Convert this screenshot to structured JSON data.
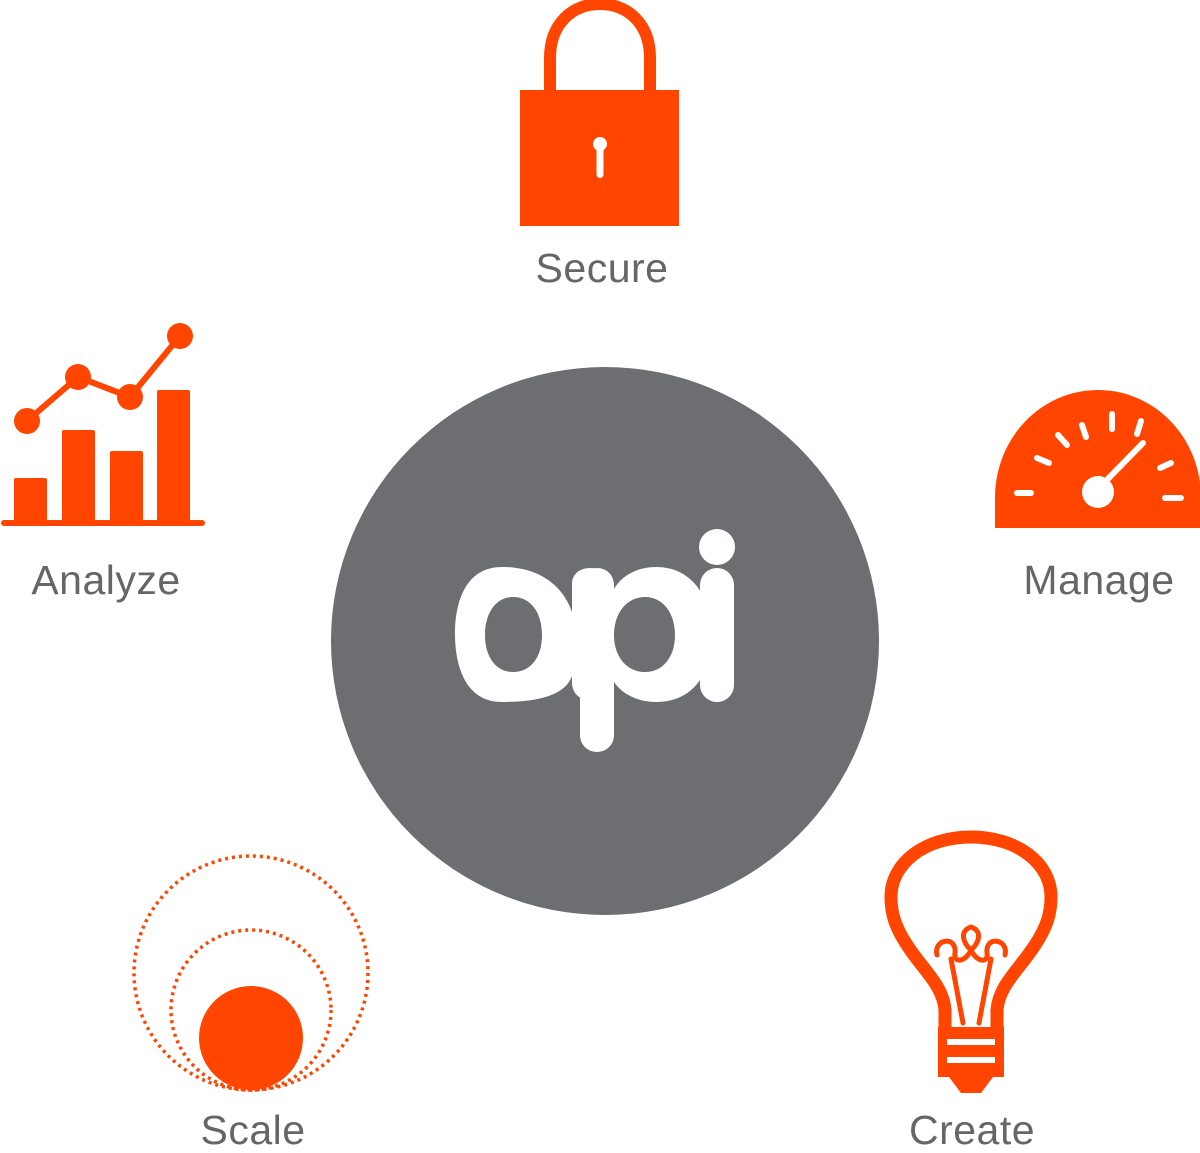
{
  "colors": {
    "accent": "#ff4500",
    "hub": "#6d6e71",
    "label": "#666666",
    "background": "#ffffff"
  },
  "hub": {
    "text": "api",
    "icon": "api-circle"
  },
  "nodes": [
    {
      "id": "secure",
      "label": "Secure",
      "icon": "padlock-icon"
    },
    {
      "id": "manage",
      "label": "Manage",
      "icon": "speedometer-icon"
    },
    {
      "id": "create",
      "label": "Create",
      "icon": "lightbulb-icon"
    },
    {
      "id": "scale",
      "label": "Scale",
      "icon": "concentric-circles-icon"
    },
    {
      "id": "analyze",
      "label": "Analyze",
      "icon": "bar-line-chart-icon"
    }
  ]
}
